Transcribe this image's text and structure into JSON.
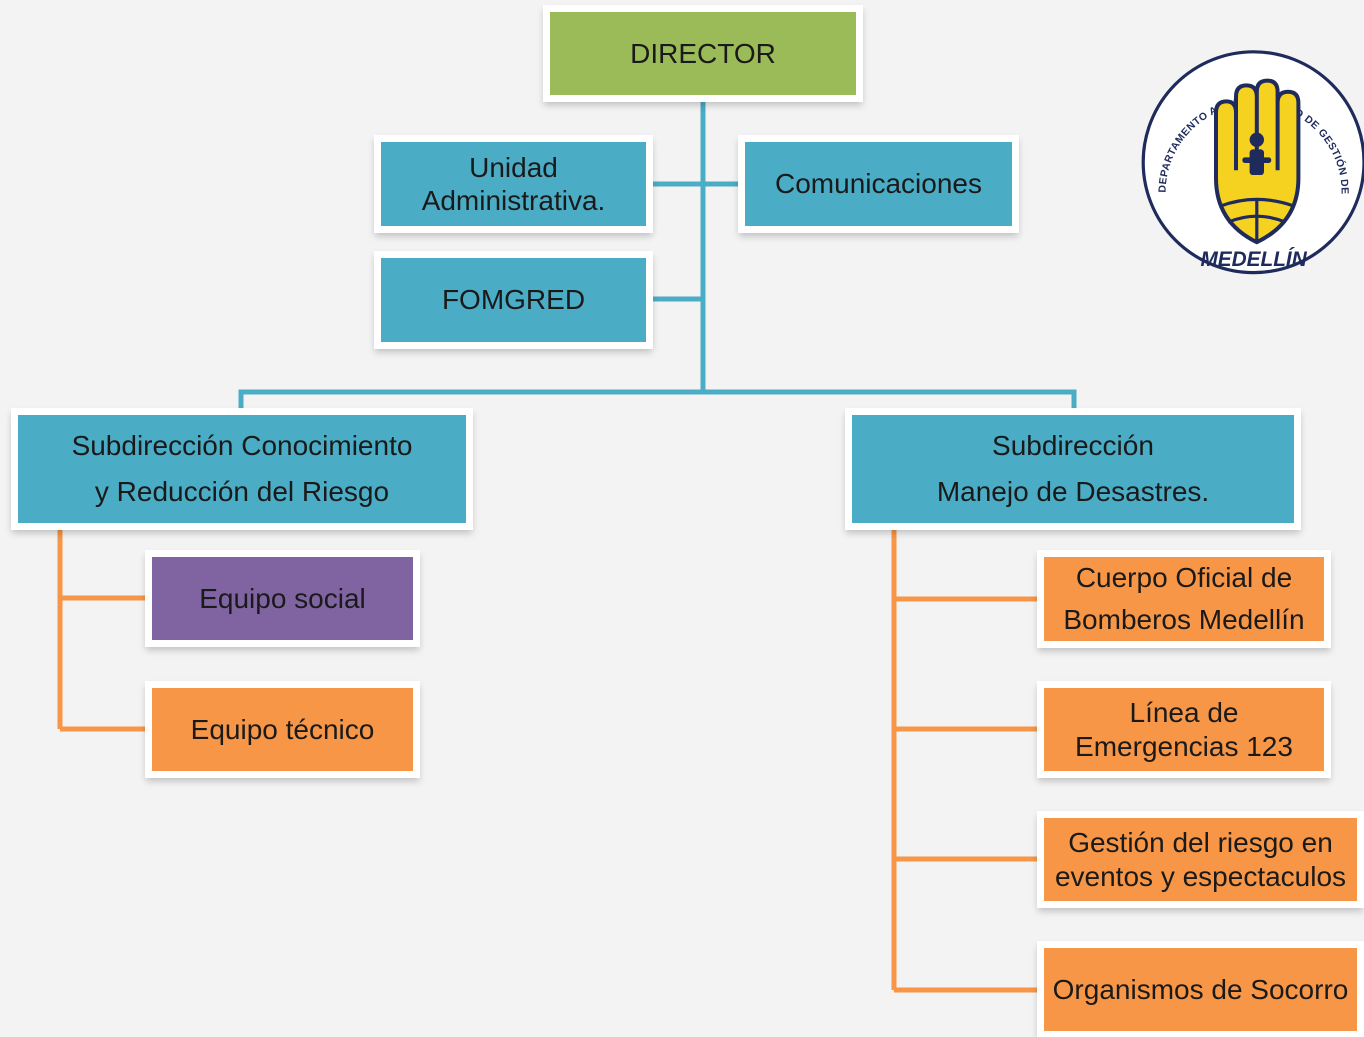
{
  "colors": {
    "director": "#9bbb59",
    "blue": "#4bacc6",
    "purple": "#8064a2",
    "orange": "#f79646",
    "logo_yellow": "#f5d21f",
    "logo_navy": "#1f2b5c"
  },
  "director": "DIRECTOR",
  "staff": {
    "unidad": "Unidad\nAdministrativa.",
    "comunicaciones": "Comunicaciones",
    "fomgred": "FOMGRED"
  },
  "sub_left": {
    "title": "Subdirección Conocimiento\ny Reducción del Riesgo",
    "teams": [
      "Equipo social",
      "Equipo técnico"
    ]
  },
  "sub_right": {
    "title": "Subdirección\nManejo de Desastres.",
    "teams": [
      "Cuerpo Oficial de\nBomberos Medellín",
      "Línea de\nEmergencias 123",
      "Gestión del riesgo en\neventos y espectaculos",
      "Organismos de Socorro"
    ]
  },
  "logo": {
    "ring_text": "DEPARTAMENTO ADMINISTRATIVO DE GESTIÓN DEL",
    "city": "MEDELLÍN"
  }
}
